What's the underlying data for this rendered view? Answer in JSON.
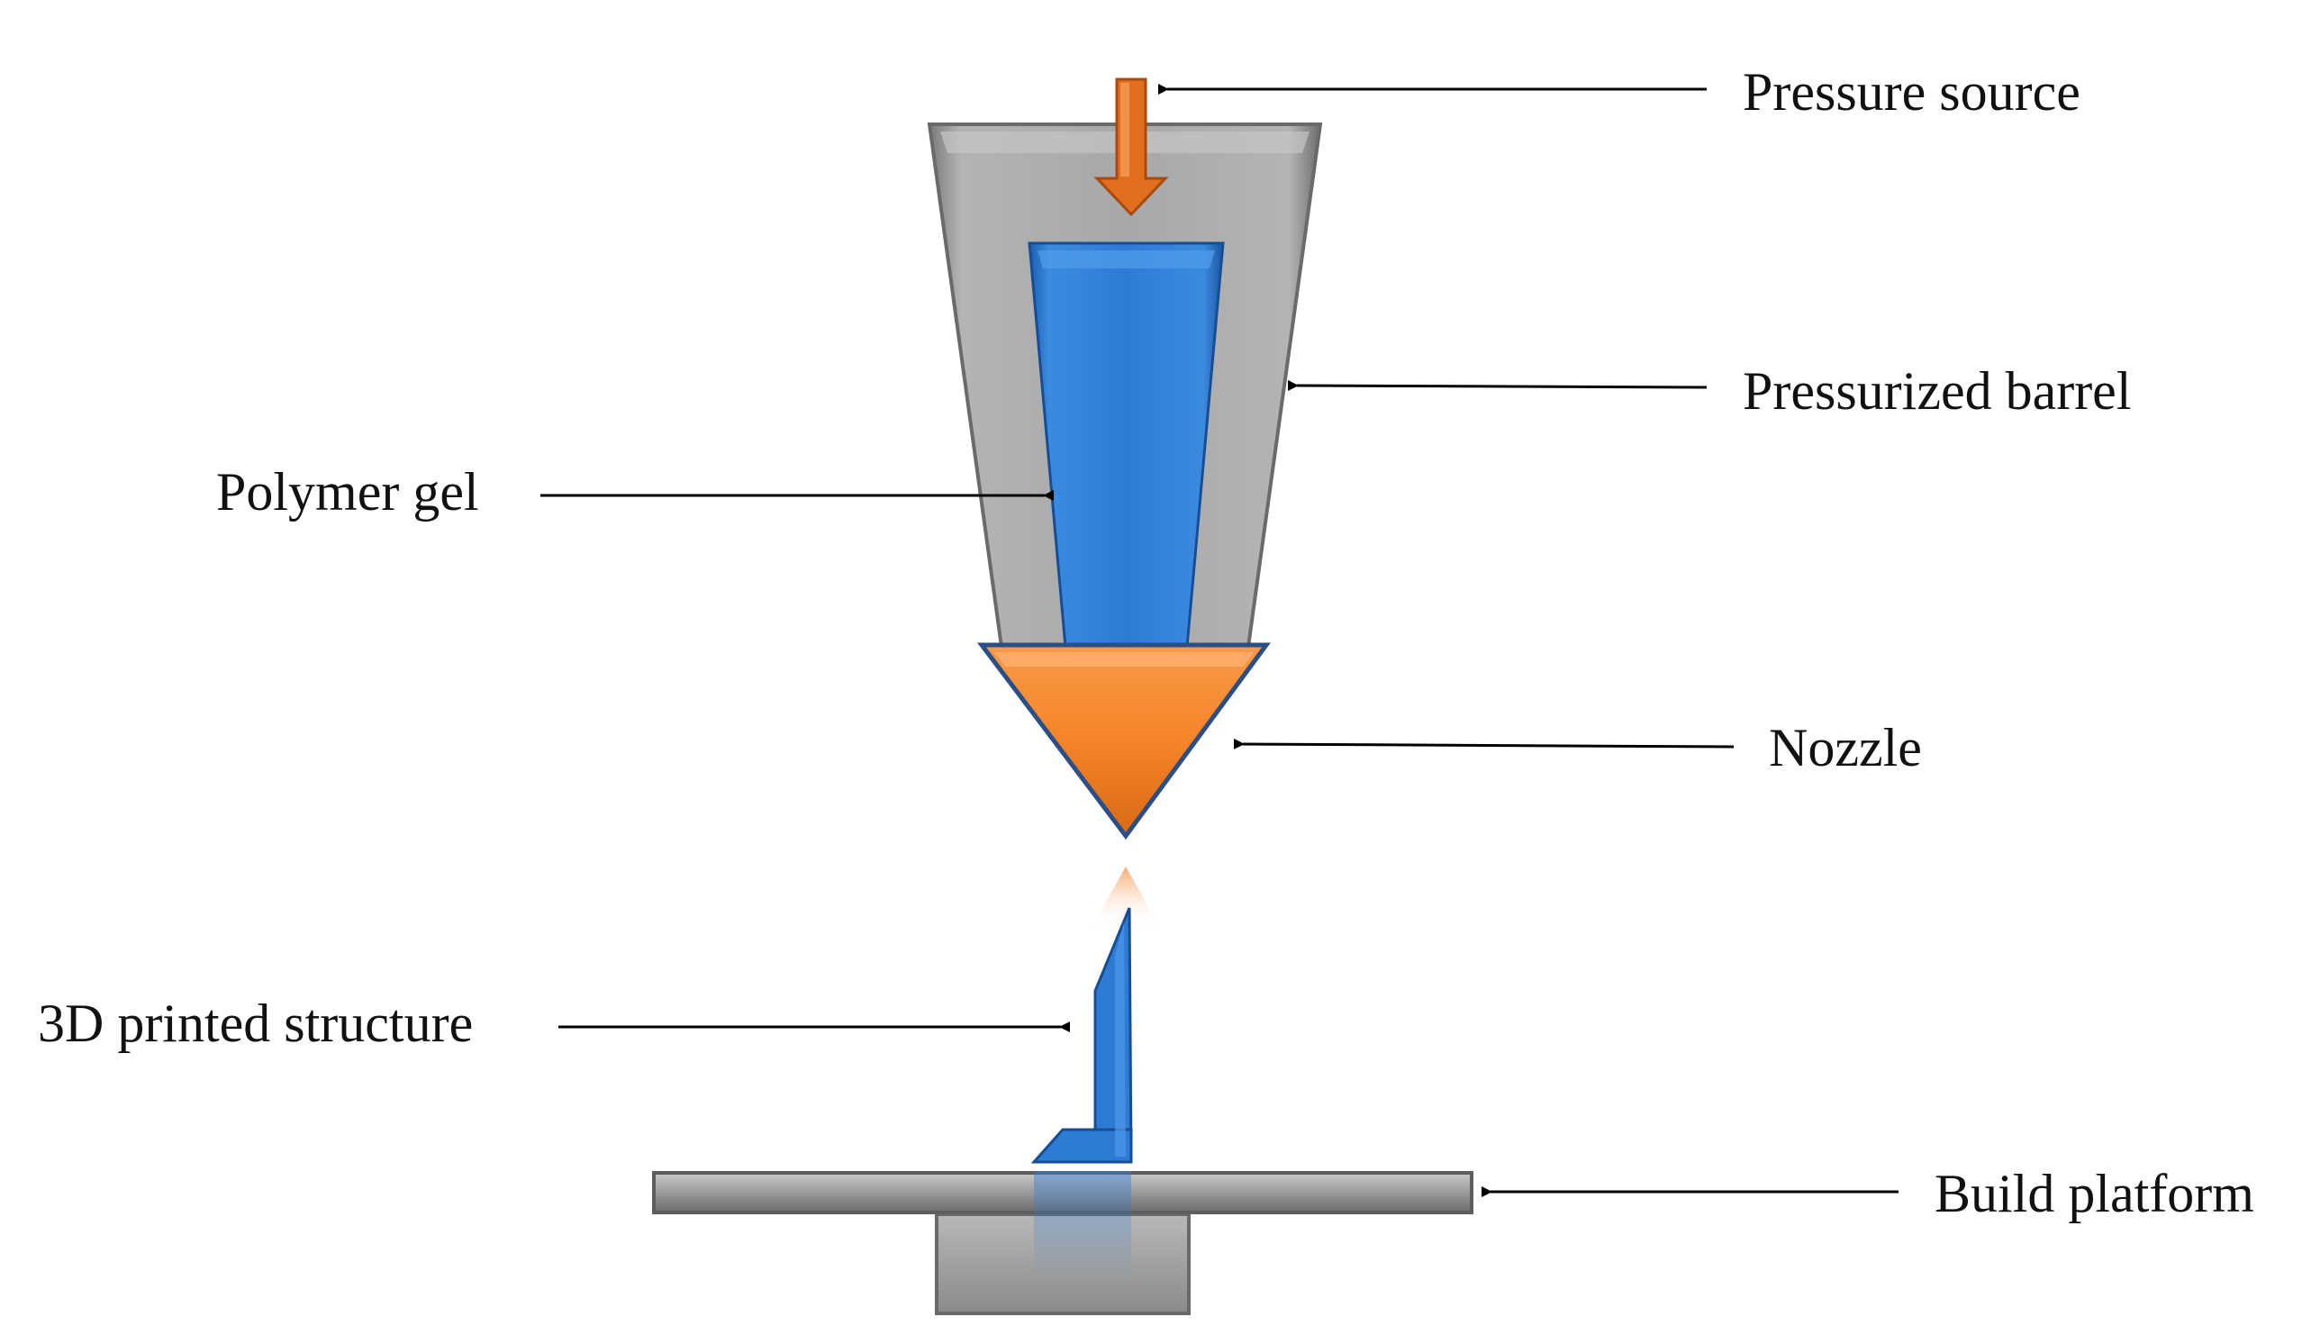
{
  "labels": {
    "pressure_source": "Pressure source",
    "pressurized_barrel": "Pressurized barrel",
    "polymer_gel": "Polymer gel",
    "nozzle": "Nozzle",
    "printed_structure": "3D printed structure",
    "build_platform": "Build platform"
  },
  "colors": {
    "barrel": "#a6a6a6",
    "gel": "#2e7bd6",
    "nozzle": "#f5842a",
    "pressure_arrow": "#e07020",
    "platform": "#9a9a9a",
    "text": "#111111"
  }
}
